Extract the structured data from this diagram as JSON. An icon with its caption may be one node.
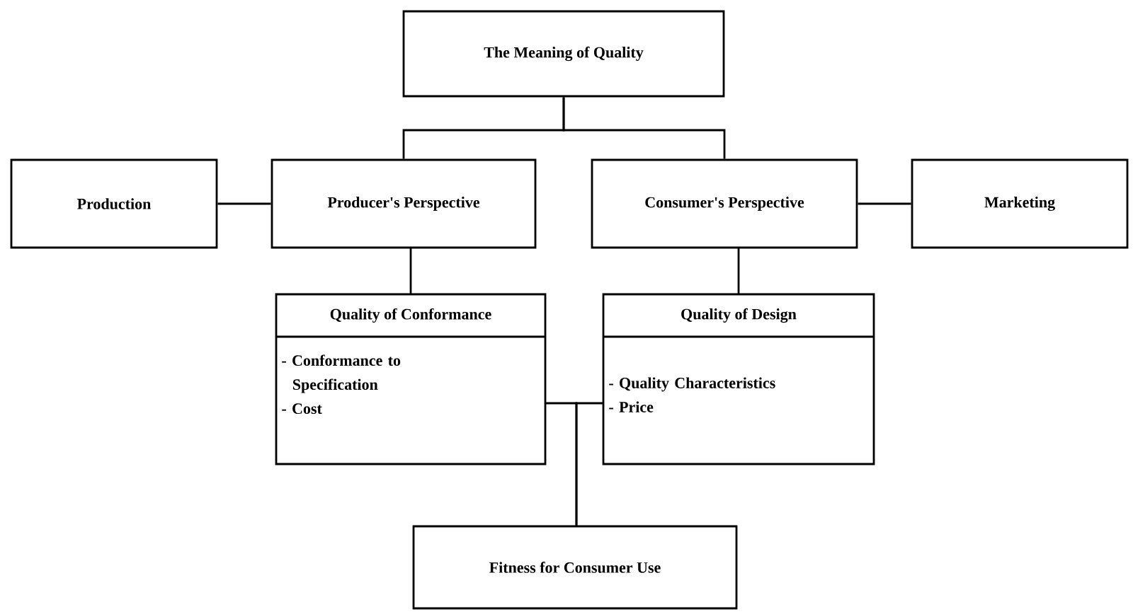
{
  "diagram": {
    "nodes": [
      {
        "text": [
          "The Meaning of Quality"
        ]
      },
      {
        "text": [
          "Production"
        ]
      },
      {
        "text": [
          "Producer's Perspective"
        ]
      },
      {
        "text": [
          "Consumer's Perspective"
        ]
      },
      {
        "text": [
          "Marketing"
        ]
      },
      {
        "text": [
          "Quality of Conformance",
          "- Conformance to Specification",
          "- Cost"
        ]
      },
      {
        "text": [
          "Quality of Design",
          "- Quality Characteristics",
          "- Price"
        ]
      },
      {
        "text": [
          "Fitness for Consumer Use"
        ]
      }
    ],
    "edges": [
      {
        "from": 0,
        "to": 2,
        "arrow": "none"
      },
      {
        "from": 0,
        "to": 3,
        "arrow": "none"
      },
      {
        "from": 1,
        "to": 2,
        "arrow": "none"
      },
      {
        "from": 3,
        "to": 4,
        "arrow": "none"
      },
      {
        "from": 2,
        "to": 5,
        "arrow": "none"
      },
      {
        "from": 3,
        "to": 6,
        "arrow": "none"
      },
      {
        "from": 5,
        "to": 7,
        "arrow": "none"
      },
      {
        "from": 6,
        "to": 7,
        "arrow": "none"
      }
    ]
  }
}
